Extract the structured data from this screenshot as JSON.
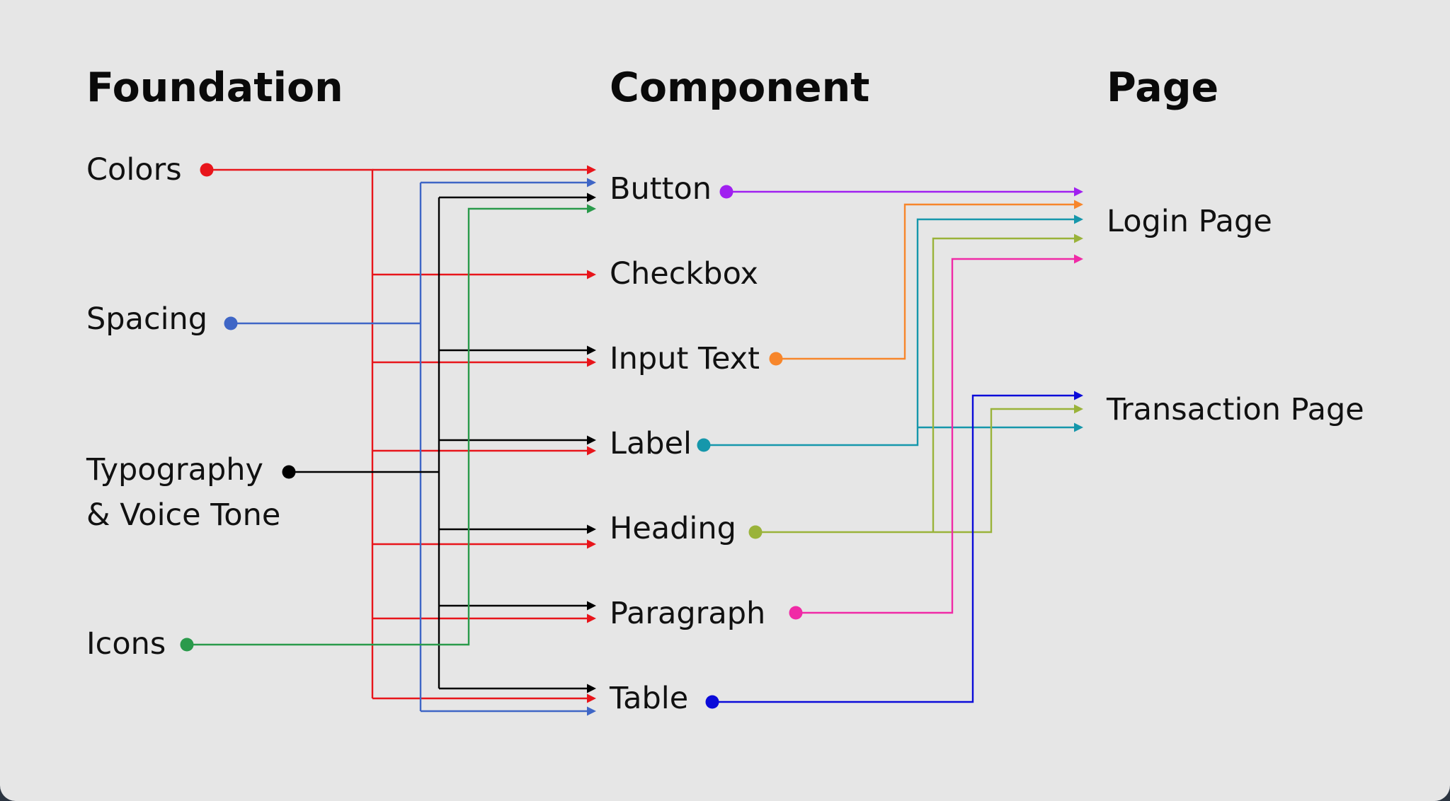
{
  "headings": {
    "foundation": "Foundation",
    "component": "Component",
    "page": "Page"
  },
  "foundations": [
    {
      "id": "colors",
      "lines": [
        "Colors"
      ],
      "color": "#e8151b"
    },
    {
      "id": "spacing",
      "lines": [
        "Spacing"
      ],
      "color": "#3f66c6"
    },
    {
      "id": "typography",
      "lines": [
        "Typography",
        "& Voice Tone"
      ],
      "color": "#000000"
    },
    {
      "id": "icons",
      "lines": [
        "Icons"
      ],
      "color": "#2a9a4b"
    }
  ],
  "components": [
    {
      "id": "button",
      "label": "Button",
      "color": "#a020f0"
    },
    {
      "id": "checkbox",
      "label": "Checkbox",
      "color": null
    },
    {
      "id": "input-text",
      "label": "Input Text",
      "color": "#f7862b"
    },
    {
      "id": "label",
      "label": "Label",
      "color": "#1697ab"
    },
    {
      "id": "heading",
      "label": "Heading",
      "color": "#9ab33a"
    },
    {
      "id": "paragraph",
      "label": "Paragraph",
      "color": "#f02aa6"
    },
    {
      "id": "table",
      "label": "Table",
      "color": "#0b0bd9"
    }
  ],
  "pages": [
    {
      "id": "login-page",
      "label": "Login Page"
    },
    {
      "id": "transaction-page",
      "label": "Transaction Page"
    }
  ],
  "links": [
    {
      "from": "colors",
      "to": [
        "button",
        "checkbox",
        "input-text",
        "label",
        "heading",
        "paragraph",
        "table"
      ]
    },
    {
      "from": "spacing",
      "to": [
        "button",
        "table"
      ]
    },
    {
      "from": "typography",
      "to": [
        "button",
        "input-text",
        "label",
        "heading",
        "paragraph",
        "table"
      ]
    },
    {
      "from": "icons",
      "to": [
        "button"
      ]
    },
    {
      "from": "button",
      "to": [
        "login-page"
      ]
    },
    {
      "from": "input-text",
      "to": [
        "login-page"
      ]
    },
    {
      "from": "label",
      "to": [
        "login-page",
        "transaction-page"
      ]
    },
    {
      "from": "heading",
      "to": [
        "login-page",
        "transaction-page"
      ]
    },
    {
      "from": "paragraph",
      "to": [
        "login-page"
      ]
    },
    {
      "from": "table",
      "to": [
        "transaction-page"
      ]
    }
  ]
}
